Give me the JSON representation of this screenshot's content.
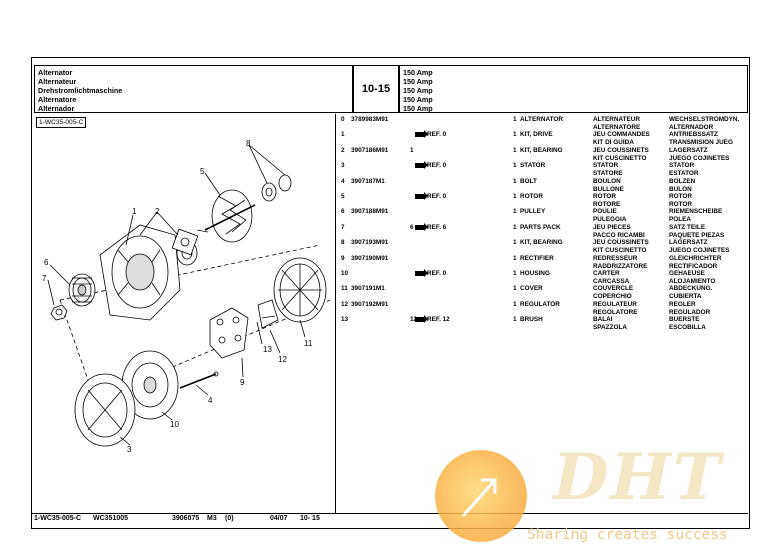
{
  "header": {
    "names": [
      "Alternator",
      "Alternateur",
      "Drehstromlichtmaschine",
      "Alternatore",
      "Alternador"
    ],
    "group_code": "10-15",
    "amps": [
      "150 Amp",
      "150 Amp",
      "150 Amp",
      "150 Amp",
      "150 Amp"
    ]
  },
  "figure": {
    "label": "1-WC35-005-C",
    "callouts": [
      "1",
      "2",
      "3",
      "4",
      "5",
      "6",
      "7",
      "8",
      "9",
      "10",
      "11",
      "12",
      "13"
    ]
  },
  "parts": [
    {
      "item": "0",
      "part": "3789983M91",
      "ref": "",
      "qty1": "",
      "qty": "1",
      "en": "ALTERNATOR",
      "fr": "ALTERNATEUR",
      "de": "WECHSELSTROMDYN."
    },
    {
      "item": "1",
      "part": "",
      "ref": "REF. 0",
      "qty1": "",
      "qty": "1",
      "en": "KIT, DRIVE",
      "fr": "JEU COMMANDES",
      "de": "ANTRIEBSSATZ"
    },
    {
      "item": "2",
      "part": "3907186M91",
      "ref": "",
      "qty1": "1",
      "qty": "1",
      "en": "KIT, BEARING",
      "fr": "JEU COUSSINETS",
      "de": "LAGERSATZ"
    },
    {
      "item": "3",
      "part": "",
      "ref": "REF. 0",
      "qty1": "",
      "qty": "1",
      "en": "STATOR",
      "fr": "STATOR",
      "de": "STATOR"
    },
    {
      "item": "4",
      "part": "3907187M1",
      "ref": "",
      "qty1": "",
      "qty": "1",
      "en": "BOLT",
      "fr": "BOULON",
      "de": "BOLZEN"
    },
    {
      "item": "5",
      "part": "",
      "ref": "REF. 0",
      "qty1": "",
      "qty": "1",
      "en": "ROTOR",
      "fr": "ROTOR",
      "de": "ROTOR"
    },
    {
      "item": "6",
      "part": "3907188M91",
      "ref": "",
      "qty1": "",
      "qty": "1",
      "en": "PULLEY",
      "fr": "POULIE",
      "de": "RIEMENSCHEIBE"
    },
    {
      "item": "7",
      "part": "",
      "ref": "REF. 6",
      "qty1": "6",
      "qty": "1",
      "en": "PARTS PACK",
      "fr": "JEU PIECES",
      "de": "SATZ TEILE"
    },
    {
      "item": "8",
      "part": "3907193M91",
      "ref": "",
      "qty1": "",
      "qty": "1",
      "en": "KIT, BEARING",
      "fr": "JEU COUSSINETS",
      "de": "LAGERSATZ"
    },
    {
      "item": "9",
      "part": "3907190M91",
      "ref": "",
      "qty1": "",
      "qty": "1",
      "en": "RECTIFIER",
      "fr": "REDRESSEUR",
      "de": "GLEICHRICHTER"
    },
    {
      "item": "10",
      "part": "",
      "ref": "REF. 0",
      "qty1": "",
      "qty": "1",
      "en": "HOUSING",
      "fr": "CARTER",
      "de": "GEHAEUSE"
    },
    {
      "item": "11",
      "part": "3907191M1",
      "ref": "",
      "qty1": "",
      "qty": "1",
      "en": "COVER",
      "fr": "COUVERCLE",
      "de": "ABDECKUNG."
    },
    {
      "item": "12",
      "part": "3907192M91",
      "ref": "",
      "qty1": "",
      "qty": "1",
      "en": "REGULATOR",
      "fr": "REGULATEUR",
      "de": "REGLER"
    },
    {
      "item": "13",
      "part": "",
      "ref": "REF. 12",
      "qty1": "12",
      "qty": "1",
      "en": "BRUSH",
      "fr": "BALAI",
      "de": "BUERSTE"
    }
  ],
  "continuations": [
    [
      "ALTERNATORE",
      "ALTERNADOR"
    ],
    [
      "KIT DI GUIDA",
      "TRANSMISION JUEG"
    ],
    [
      "KIT CUSCINETTO",
      "JUEGO COJINETES"
    ],
    [
      "STATORE",
      "ESTATOR"
    ],
    [
      "BULLONE",
      "BULON"
    ],
    [
      "ROTORE",
      "ROTOR"
    ],
    [
      "PULEGGIA",
      "POLEA"
    ],
    [
      "PACCO RICAMBI",
      "PAQUETE PIEZAS"
    ],
    [
      "KIT CUSCINETTO",
      "JUEGO COJINETES"
    ],
    [
      "RADDRIZZATORE",
      "RECTIFICADOR"
    ],
    [
      "CARCASSA",
      "ALOJAMIENTO"
    ],
    [
      "COPERCHIO",
      "CUBIERTA"
    ],
    [
      "REGOLATORE",
      "REGULADOR"
    ],
    [
      "SPAZZOLA",
      "ESCOBILLA"
    ]
  ],
  "footer": {
    "fig": "1-WC35-005-C",
    "doc": "WC351005",
    "pub": "3906075",
    "m": "M3",
    "rev": "(0)",
    "date": "04/07",
    "group": "10- 15"
  },
  "watermark": {
    "logo": "DHT",
    "slogan": "Sharing creates success"
  },
  "colors": {
    "watermark_orange": "#f7a63a",
    "watermark_text": "#f3c98a"
  }
}
